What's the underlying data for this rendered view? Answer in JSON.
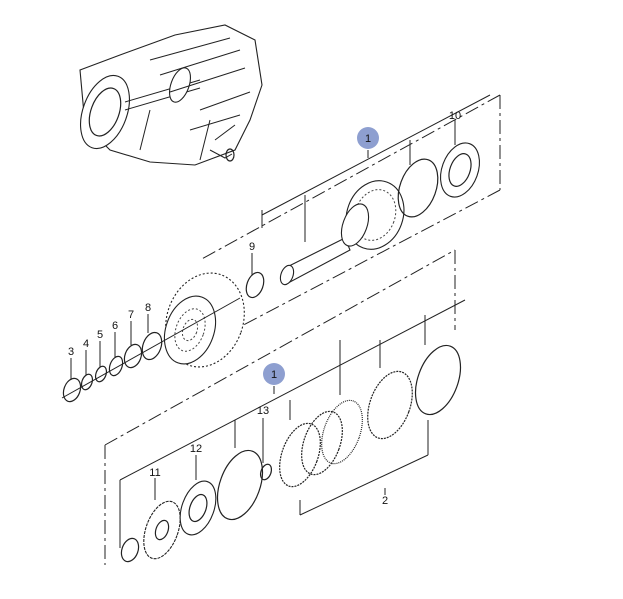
{
  "diagram": {
    "callouts": {
      "assembly_top": "1",
      "assembly_bottom": "1",
      "p2": "2",
      "p3": "3",
      "p4": "4",
      "p5": "5",
      "p6": "6",
      "p7": "7",
      "p8": "8",
      "p9": "9",
      "p10": "10",
      "p11": "11",
      "p12": "12",
      "p13": "13"
    },
    "colors": {
      "callout_highlight": "#8e9fd0",
      "line": "#222222"
    }
  }
}
